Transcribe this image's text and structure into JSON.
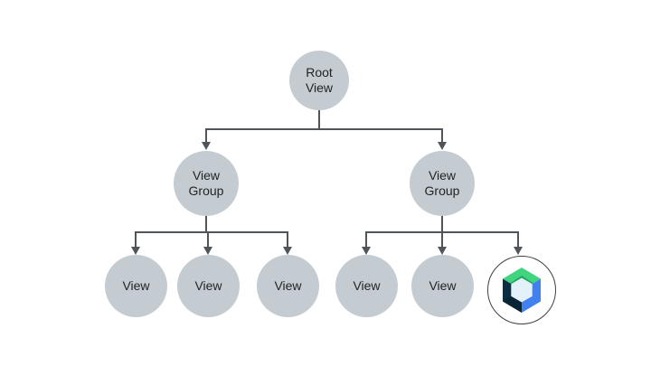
{
  "diagram": {
    "description": "View hierarchy tree",
    "nodes": {
      "root": {
        "label": "Root View"
      },
      "group_left": {
        "label": "View Group"
      },
      "group_right": {
        "label": "View Group"
      },
      "leaf1": {
        "label": "View"
      },
      "leaf2": {
        "label": "View"
      },
      "leaf3": {
        "label": "View"
      },
      "leaf4": {
        "label": "View"
      },
      "leaf5": {
        "label": "View"
      },
      "compose": {
        "icon": "jetpack-compose-logo"
      }
    },
    "edges": [
      {
        "from": "root",
        "to": "group_left"
      },
      {
        "from": "root",
        "to": "group_right"
      },
      {
        "from": "group_left",
        "to": "leaf1"
      },
      {
        "from": "group_left",
        "to": "leaf2"
      },
      {
        "from": "group_left",
        "to": "leaf3"
      },
      {
        "from": "group_right",
        "to": "leaf4"
      },
      {
        "from": "group_right",
        "to": "leaf5"
      },
      {
        "from": "group_right",
        "to": "compose"
      }
    ],
    "colors": {
      "background": "#FFFFFF",
      "node_fill": "#C4CCD2",
      "connector": "#50555A",
      "label_text": "#1F2225",
      "compose_ring": "#3A4045",
      "compose_green_light": "#41D47F",
      "compose_green_dark": "#21A35F",
      "compose_blue": "#4080F0",
      "compose_navy": "#0C2E40",
      "compose_navy_dark": "#092535",
      "compose_center": "#E3F1FA"
    }
  }
}
